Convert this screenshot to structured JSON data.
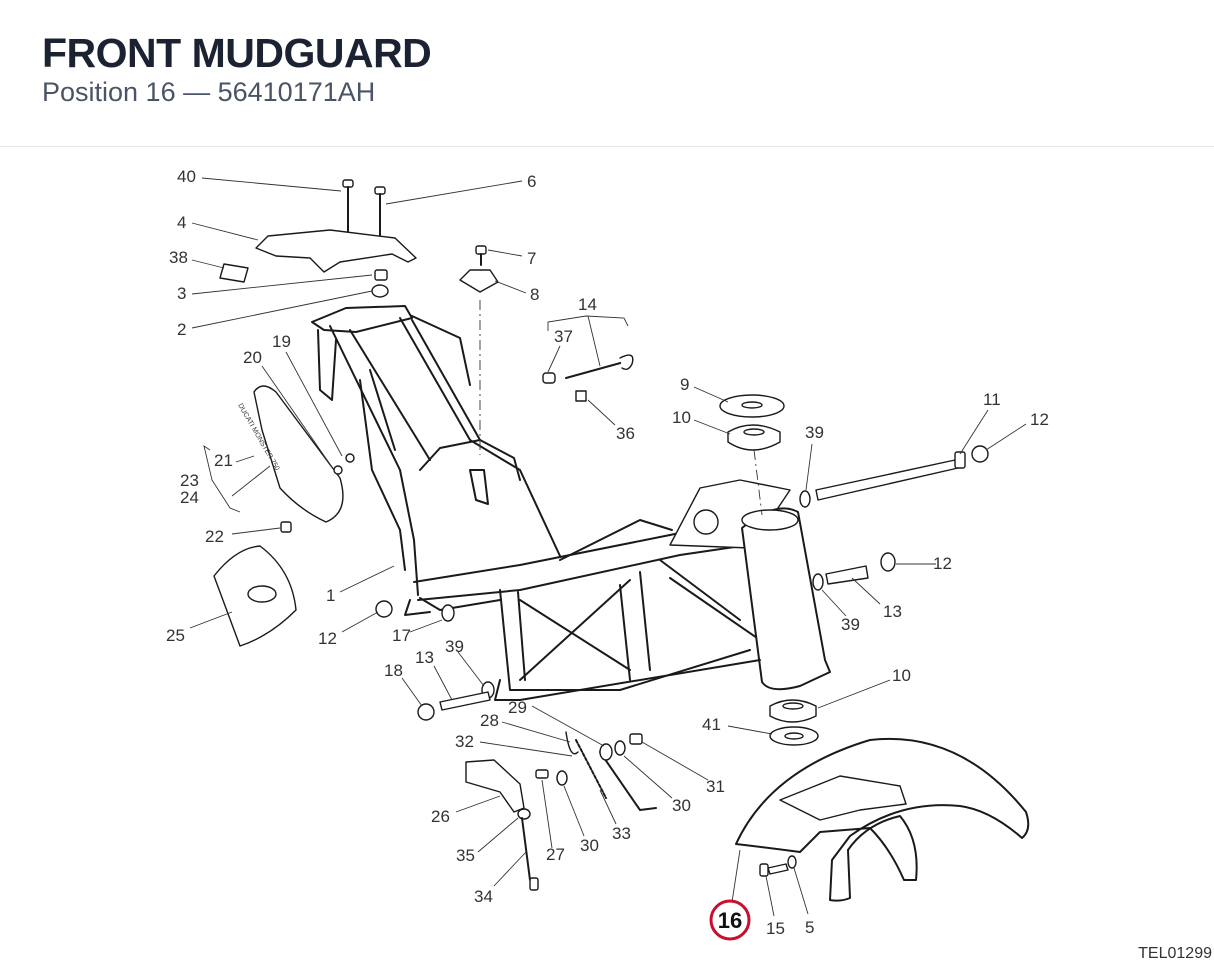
{
  "header": {
    "title": "FRONT MUDGUARD",
    "subtitle_prefix": "Position 16",
    "subtitle_dash": " — ",
    "part_number": "56410171AH"
  },
  "diagram": {
    "highlight_color": "#c8102e",
    "highlighted_position": "16",
    "drawing_code": "TEL01299",
    "decal_text": "DUCATI MONSTER 750",
    "callouts": [
      "40",
      "6",
      "4",
      "38",
      "3",
      "2",
      "7",
      "8",
      "14",
      "37",
      "36",
      "19",
      "20",
      "21",
      "23",
      "24",
      "22",
      "9",
      "10",
      "39",
      "11",
      "12",
      "1",
      "25",
      "12",
      "17",
      "39",
      "12",
      "13",
      "39",
      "18",
      "13",
      "29",
      "28",
      "32",
      "41",
      "10",
      "31",
      "30",
      "33",
      "26",
      "27",
      "30",
      "35",
      "34",
      "16",
      "15",
      "5"
    ]
  }
}
